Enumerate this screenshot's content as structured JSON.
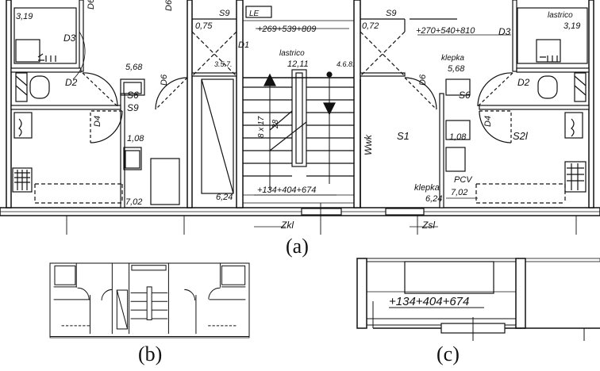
{
  "panels": {
    "a": {
      "caption": "(a)",
      "labels": {
        "d6_top1": "D6",
        "d6_top2": "D6",
        "r319_left": "3,19",
        "d3_left": "D3",
        "s9_top_left": "S9",
        "le_box": "LE",
        "elev_top_left": "+269+539+809",
        "v075": "0,75",
        "d1": "D1",
        "lastrico_center": "lastrico",
        "area_1211": "12,11",
        "n357": "3.5.7.",
        "n468": "4.6.8.",
        "s9_top_right": "S9",
        "v072": "0,72",
        "elev_top_right": "+270+540+810",
        "d3_right": "D3",
        "lastrico_right": "lastrico",
        "r319_right": "3,19",
        "klepka_top": "klepka",
        "area_568_left": "5,68",
        "area_568_right": "5,68",
        "d2_left": "D2",
        "d2_right": "D2",
        "d6_mid_left": "D6",
        "d6_mid_right": "D6",
        "s6_left": "S6",
        "s9_left": "S9",
        "s6_right": "S6",
        "d4_left": "D4",
        "d4_right": "D4",
        "area_108_left": "1,08",
        "area_108_right": "1,08",
        "stair_8x17": "8 x 17",
        "stair_28": "28",
        "wwk": "Wwk",
        "s1": "S1",
        "s2l": "S2l",
        "area_702_left": "7,02",
        "area_624_left": "6,24",
        "elev_bottom": "+134+404+674",
        "klepka_bottom": "klepka",
        "pcv": "PCV",
        "area_624_right": "6,24",
        "area_702_right": "7,02",
        "zkl": "Zkl",
        "zsl": "Zsl"
      }
    },
    "b": {
      "caption": "(b)"
    },
    "c": {
      "caption": "(c)",
      "elev_zoom": "+134+404+674"
    }
  }
}
